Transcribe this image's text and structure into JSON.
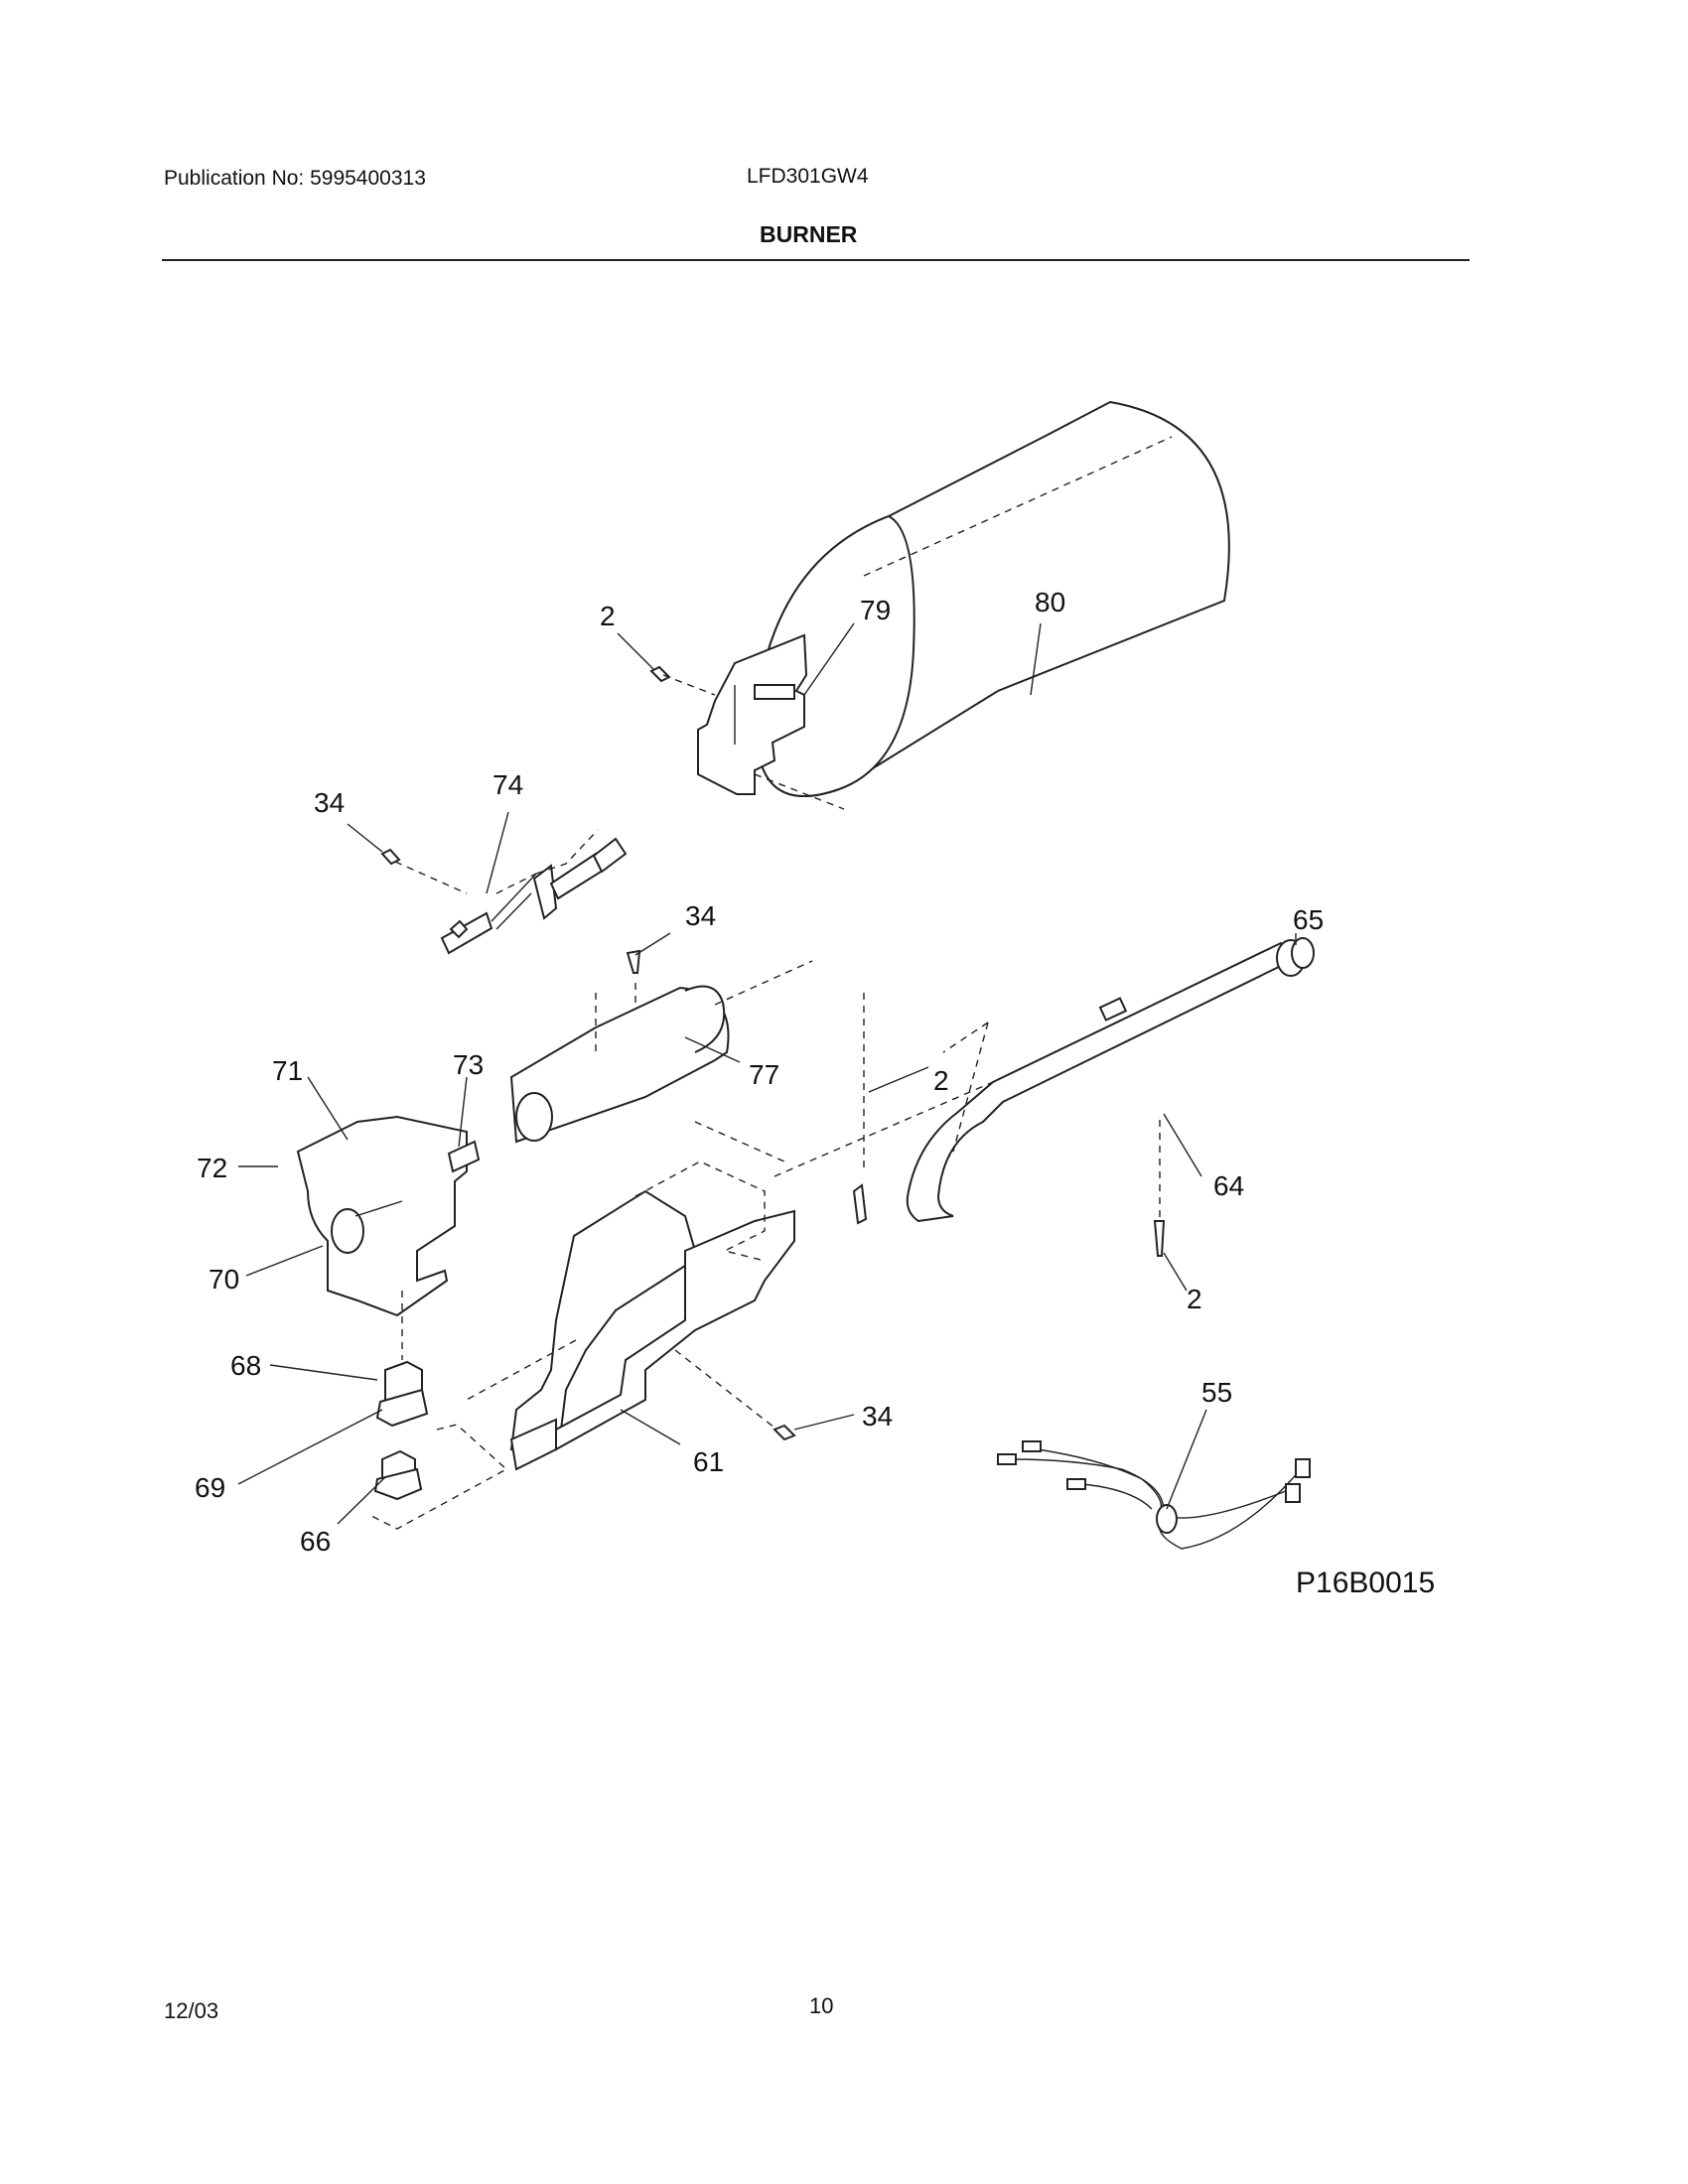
{
  "header": {
    "publication": "Publication No: 5995400313",
    "model": "LFD301GW4",
    "section": "BURNER"
  },
  "callouts": [
    "2",
    "79",
    "80",
    "34",
    "74",
    "34",
    "65",
    "71",
    "73",
    "77",
    "2",
    "72",
    "64",
    "70",
    "2",
    "68",
    "55",
    "34",
    "61",
    "69",
    "66"
  ],
  "diagram_code": "P16B0015",
  "footer": {
    "date": "12/03",
    "page": "10"
  }
}
